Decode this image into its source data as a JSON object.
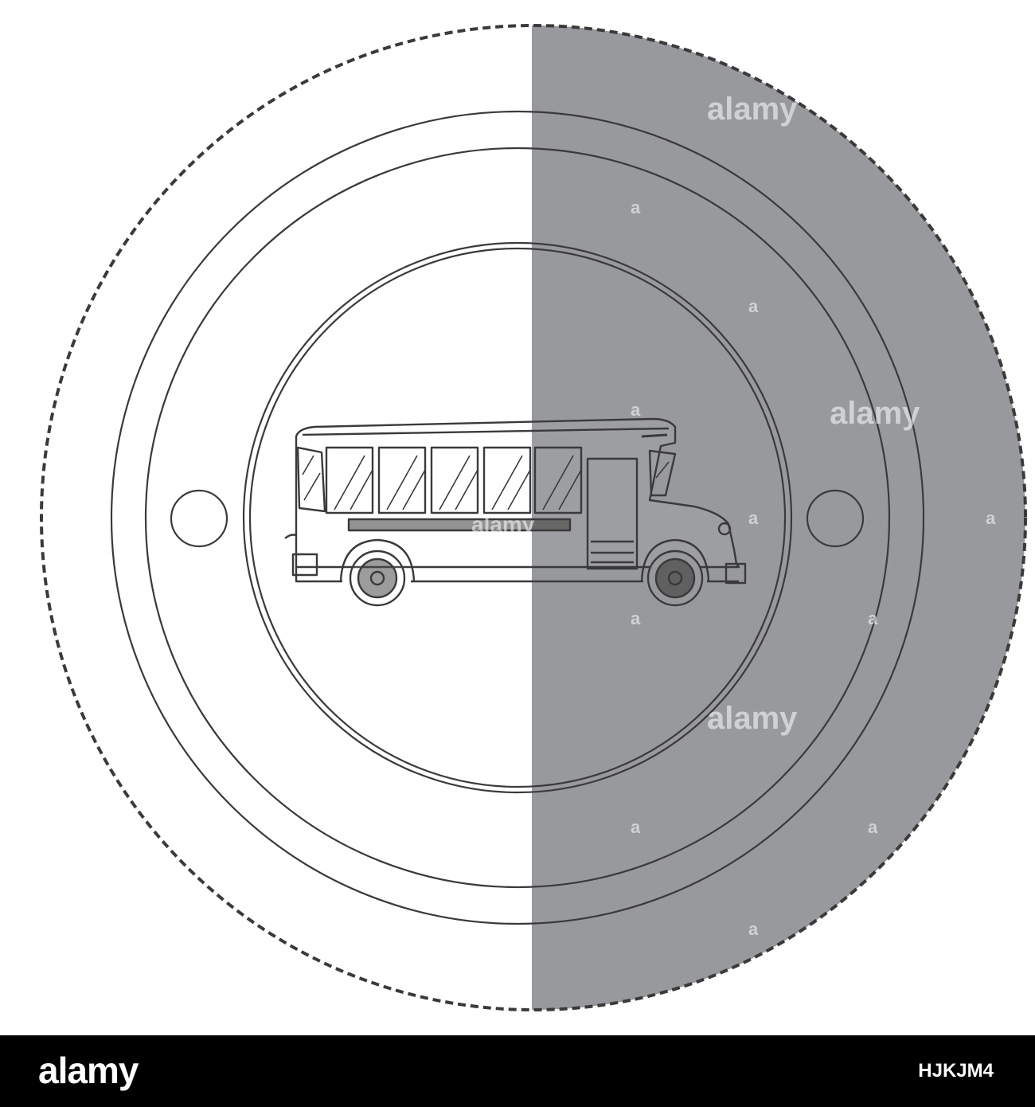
{
  "colors": {
    "shadow": "#98999c",
    "line": "#3a3a3a",
    "background": "#ffffff",
    "bar": "#000000"
  },
  "sticker": {
    "icon": "school-bus-icon",
    "watermark": "alamy"
  },
  "footer": {
    "brand": "alamy",
    "image_id": "HJKJM4"
  }
}
